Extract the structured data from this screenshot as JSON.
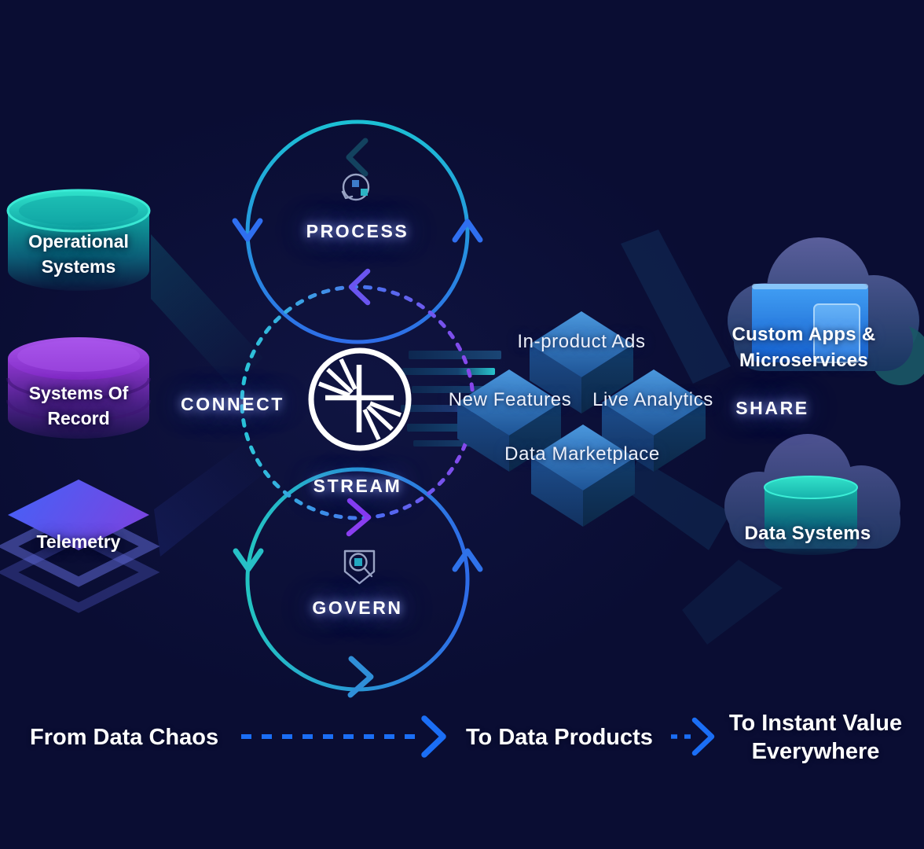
{
  "colors": {
    "background": "#0a0d33",
    "teal_accent": "#26c7d4",
    "blue_accent": "#2f6ff0",
    "purple_accent": "#8a46e8",
    "arrow_blue": "#1b6ef5"
  },
  "sources": {
    "operational_systems": {
      "line1": "Operational",
      "line2": "Systems"
    },
    "systems_of_record": {
      "line1": "Systems Of",
      "line2": "Record"
    },
    "telemetry": {
      "label": "Telemetry"
    }
  },
  "platform": {
    "connect": "CONNECT",
    "process": "PROCESS",
    "stream": "STREAM",
    "govern": "GOVERN",
    "share": "SHARE"
  },
  "data_products": {
    "in_product_ads": "In-product Ads",
    "new_features": "New Features",
    "live_analytics": "Live Analytics",
    "data_marketplace": "Data Marketplace"
  },
  "destinations": {
    "custom_apps": {
      "line1": "Custom Apps &",
      "line2": "Microservices"
    },
    "data_systems": {
      "label": "Data Systems"
    }
  },
  "journey": {
    "from": "From Data Chaos",
    "via": "To Data Products",
    "to": {
      "line1": "To Instant Value",
      "line2": "Everywhere"
    }
  },
  "icons": {
    "center_logo": "confluent-starburst-icon",
    "process_icon": "sync-arrows-icon",
    "govern_icon": "shield-magnifier-icon",
    "source_icons": [
      "database-icon",
      "database-icon",
      "layers-icon"
    ],
    "destination_icons": [
      "cloud-app-window-icon",
      "cloud-database-icon"
    ]
  }
}
